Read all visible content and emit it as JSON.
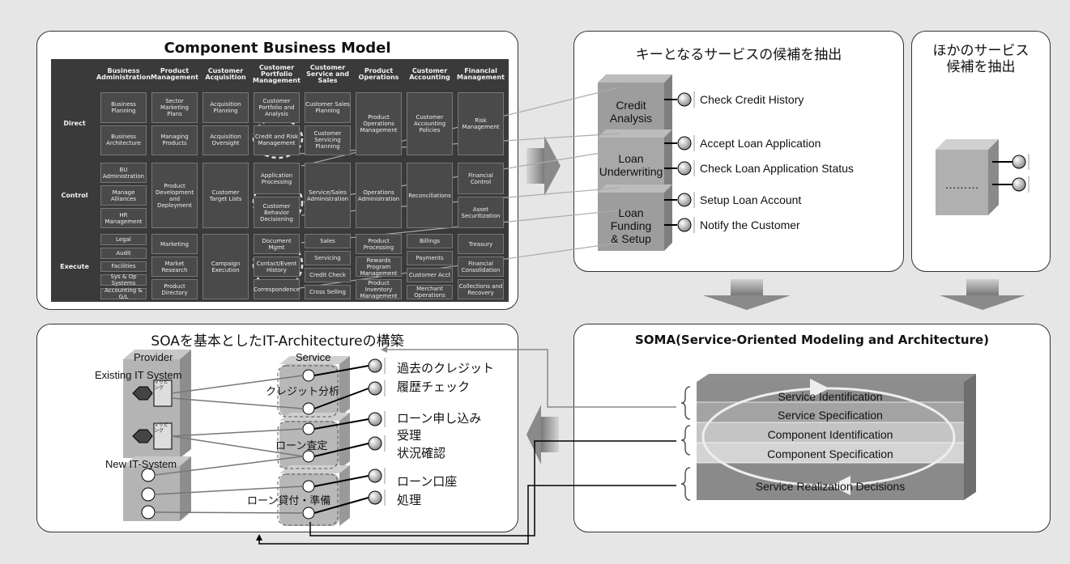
{
  "cbm": {
    "title": "Component Business Model",
    "columns": [
      "Business Administration",
      "Product Management",
      "Customer Acquisition",
      "Customer Portfolio Management",
      "Customer Service and Sales",
      "Product Operations",
      "Customer Accounting",
      "Financial Management"
    ],
    "rows": [
      "Direct",
      "Control",
      "Execute"
    ],
    "cells": {
      "c0_direct_1": "Business Planning",
      "c0_direct_2": "Business Architecture",
      "c1_direct_1": "Sector Marketing Plans",
      "c1_direct_2": "Managing Products",
      "c2_direct_1": "Acquisition Planning",
      "c2_direct_2": "Acquisition Oversight",
      "c3_direct_1": "Customer Portfolio and Analysis",
      "c3_direct_2": "Credit and Risk Management",
      "c4_direct_1": "Customer Sales Planning",
      "c4_direct_2": "Customer Servicing Planning",
      "c5_direct": "Product Operations Management",
      "c6_direct": "Customer Accounting Policies",
      "c7_direct": "Risk Management",
      "c0_control_1": "BU Administration",
      "c0_control_2": "Manage Alliances",
      "c0_control_3": "HR Management",
      "c1_control": "Product Development and Deployment",
      "c2_control": "Customer Target Lists",
      "c3_control_1": "Application Processing",
      "c3_control_2": "Customer Behavior Decisioning",
      "c4_control": "Service/Sales Administration",
      "c5_control": "Operations Administration",
      "c6_control": "Reconciliations",
      "c7_control_1": "Financial Control",
      "c7_control_2": "Asset Securitization",
      "c0_exec_1": "Legal",
      "c0_exec_2": "Audit",
      "c0_exec_3": "Facilities",
      "c0_exec_4": "Sys & Op Systems",
      "c0_exec_5": "Accounting & G/L",
      "c1_exec_1": "Marketing",
      "c1_exec_2": "Market Research",
      "c1_exec_3": "Product Directory",
      "c2_exec": "Campaign Execution",
      "c3_exec_1": "Document Mgmt",
      "c3_exec_2": "Contact/Event History",
      "c3_exec_3": "Correspondence",
      "c4_exec_1": "Sales",
      "c4_exec_2": "Servicing",
      "c4_exec_3": "Credit Check",
      "c4_exec_4": "Cross Selling",
      "c5_exec_1": "Product Processing",
      "c5_exec_2": "Rewards Program Management",
      "c5_exec_3": "Product Inventory Management",
      "c6_exec_1": "Billings",
      "c6_exec_2": "Payments",
      "c6_exec_3": "Customer Acct",
      "c6_exec_4": "Merchant Operations",
      "c7_exec_1": "Treasury",
      "c7_exec_2": "Financial Consolidation",
      "c7_exec_3": "Collections and Recovery"
    }
  },
  "key_services": {
    "title": "キーとなるサービスの候補を抽出",
    "cubes": [
      {
        "label": "Credit\nAnalysis"
      },
      {
        "label": "Loan\nUnderwriting"
      },
      {
        "label": "Loan\nFunding\n& Setup"
      }
    ],
    "services": [
      "Check Credit History",
      "Accept Loan Application",
      "Check Loan Application Status",
      "Setup Loan Account",
      "Notify the Customer"
    ]
  },
  "other_services": {
    "title": "ほかのサービス\n候補を抽出",
    "cube_label": "………"
  },
  "soa": {
    "title": "SOAを基本としたIT-Architectureの構築",
    "provider": "Provider",
    "existing": "Existing IT System",
    "new_it": "New IT-System",
    "service": "Service",
    "groups": [
      "クレジット分析",
      "ローン査定",
      "ローン貸付・準備"
    ],
    "jp_services": [
      "過去のクレジット",
      "履歴チェック",
      "ローン申し込み",
      "受理",
      "状況確認",
      "ローン口座",
      "処理"
    ],
    "mapping": "マッピング"
  },
  "soma": {
    "title": "SOMA(Service-Oriented Modeling and Architecture)",
    "layers": [
      "Service Identification",
      "Service Specification",
      "Component Identification",
      "Component Specification",
      "Service Realization Decisions"
    ]
  },
  "colors": {
    "panel_border": "#333333",
    "background": "#e6e6e6",
    "cbm_bg": "#3a3a3a"
  }
}
